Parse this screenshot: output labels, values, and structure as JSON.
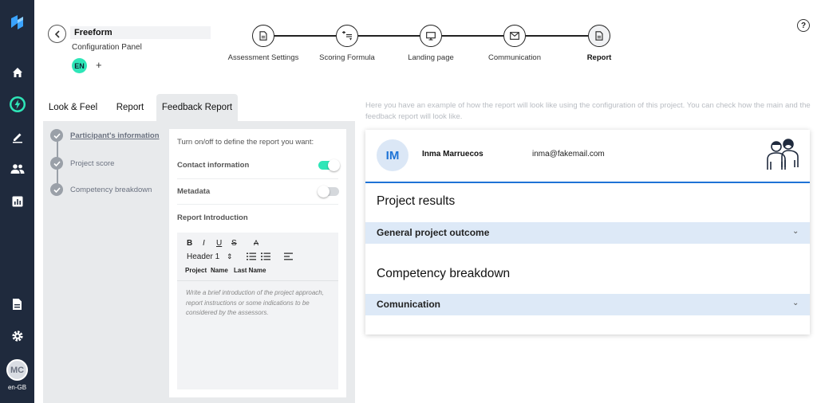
{
  "app": {
    "locale": "en-GB",
    "user_initials": "MC"
  },
  "header": {
    "title": "Freeform",
    "subtitle": "Configuration Panel",
    "language_badge": "EN",
    "add_language": "+",
    "help": "?"
  },
  "stepper": {
    "steps": [
      {
        "label": "Assessment Settings",
        "icon": "document-icon"
      },
      {
        "label": "Scoring Formula",
        "icon": "formula-icon"
      },
      {
        "label": "Landing page",
        "icon": "monitor-icon"
      },
      {
        "label": "Communication",
        "icon": "mail-icon"
      },
      {
        "label": "Report",
        "icon": "report-icon",
        "active": true
      }
    ]
  },
  "tabs": [
    {
      "label": "Look & Feel"
    },
    {
      "label": "Report"
    },
    {
      "label": "Feedback Report",
      "active": true
    }
  ],
  "sections": [
    {
      "label": "Participant's information",
      "active": true
    },
    {
      "label": "Project score"
    },
    {
      "label": "Competency breakdown"
    }
  ],
  "config": {
    "intro": "Turn on/off to define the report you want:",
    "options": [
      {
        "label": "Contact information",
        "enabled": true
      },
      {
        "label": "Metadata",
        "enabled": false
      }
    ],
    "report_intro_label": "Report Introduction",
    "editor": {
      "bold": "B",
      "italic": "I",
      "underline": "U",
      "strike": "S",
      "clear_format": "A",
      "heading": "Header 1",
      "heading_arrows": "⇕",
      "tags": [
        "Project",
        "Name",
        "Last Name"
      ],
      "placeholder": "Write a brief introduction of the project approach, report instructions or some indications to be considered by the assessors."
    }
  },
  "preview": {
    "note": "Here you have an example of how the report will look like using the configuration of this project. You can check how the main and the feedback report will look like.",
    "avatar": "IM",
    "name": "Inma Marruecos",
    "email": "inma@fakemail.com",
    "headings": [
      "Project results",
      "Competency breakdown"
    ],
    "accordions": [
      "General project outcome",
      "Comunication"
    ],
    "chevron": "⌄"
  },
  "colors": {
    "sidebar": "#1f2a3d",
    "accent_teal": "#2ee6b8",
    "accent_blue": "#1e73d6",
    "panel_gray": "#e8eaec"
  }
}
